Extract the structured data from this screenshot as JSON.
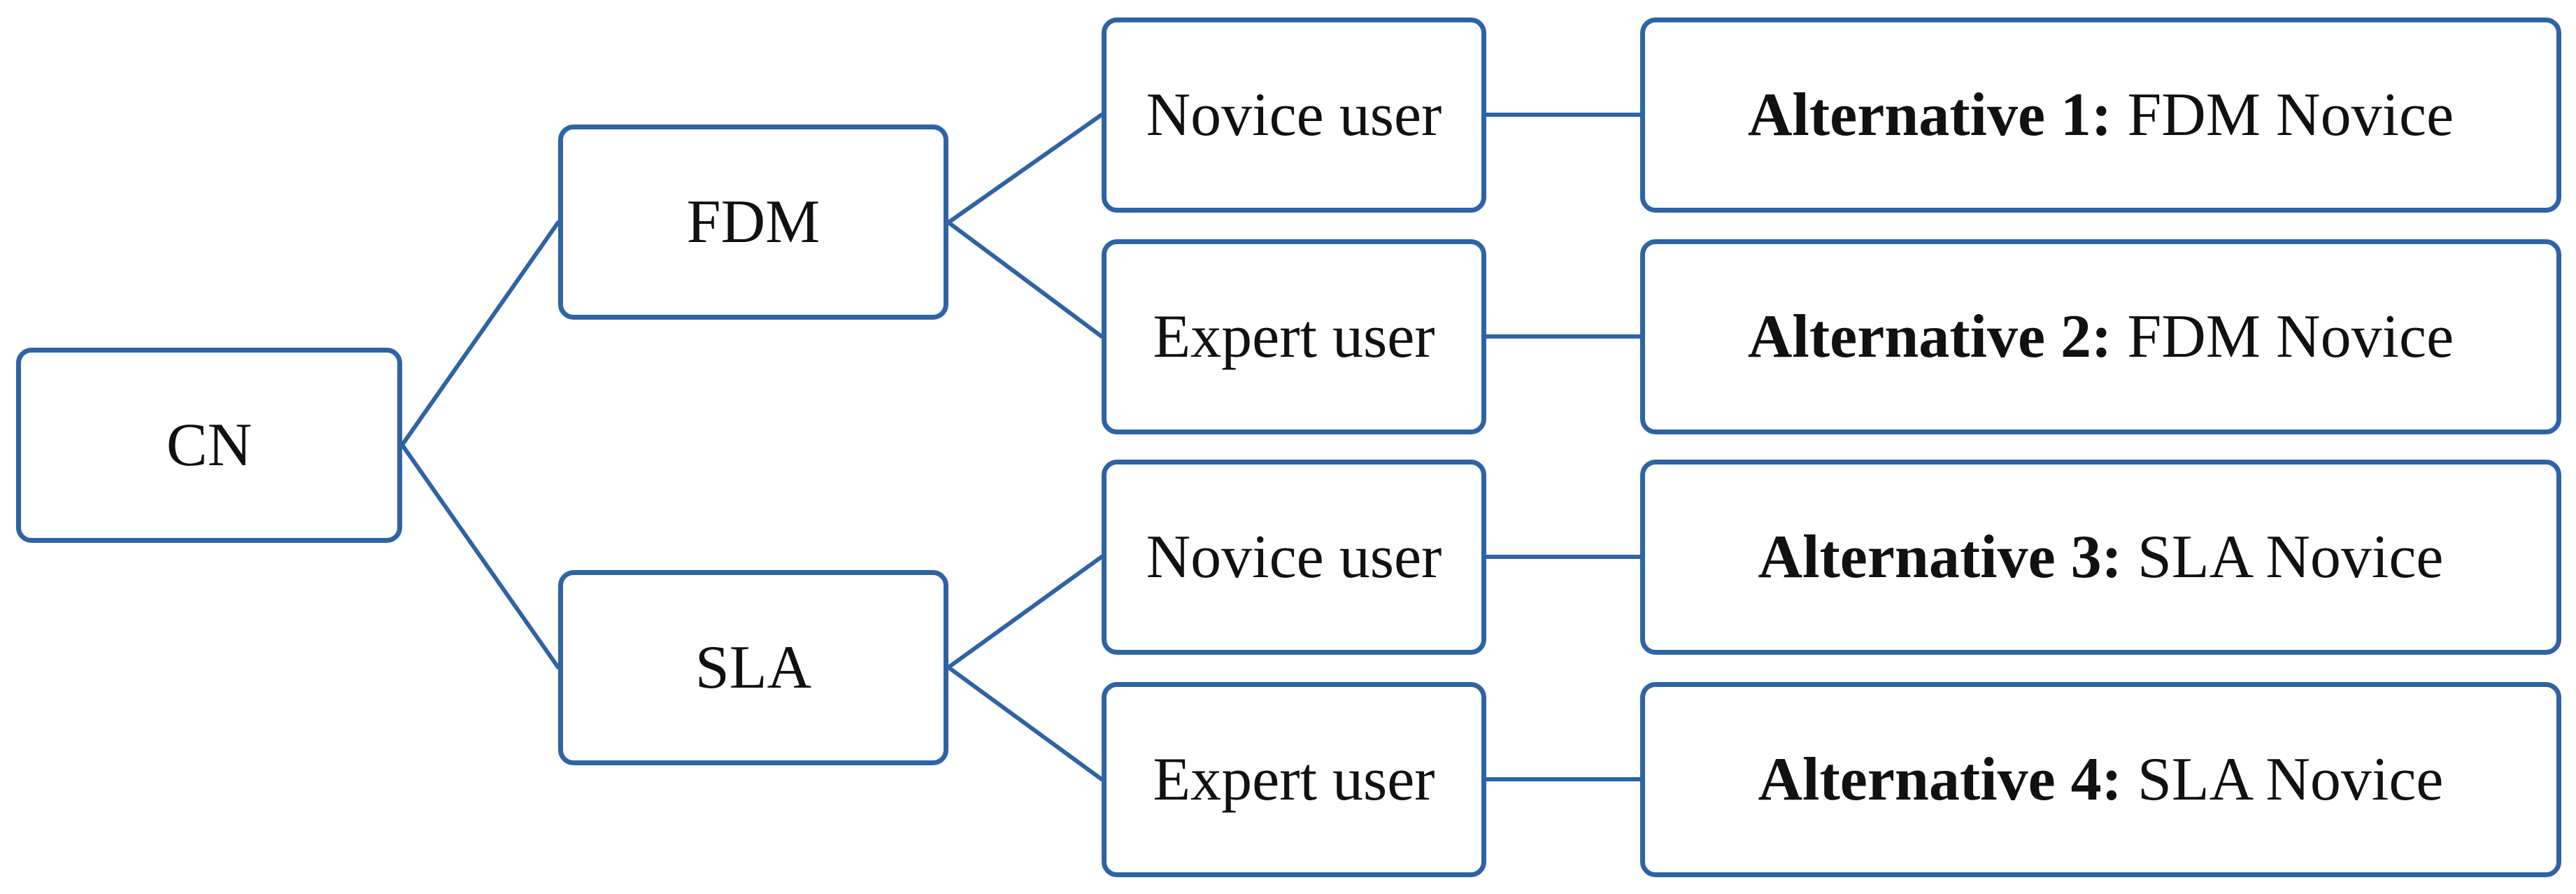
{
  "colors": {
    "border": "#2e63a6",
    "text": "#111111",
    "background": "#ffffff"
  },
  "root": {
    "label": "CN"
  },
  "methods": [
    {
      "label": "FDM",
      "users": [
        {
          "label": "Novice user",
          "alt_bold": "Alternative 1:",
          "alt_text": " FDM Novice"
        },
        {
          "label": "Expert user",
          "alt_bold": "Alternative 2:",
          "alt_text": " FDM Novice"
        }
      ]
    },
    {
      "label": "SLA",
      "users": [
        {
          "label": "Novice user",
          "alt_bold": "Alternative 3:",
          "alt_text": " SLA Novice"
        },
        {
          "label": "Expert user",
          "alt_bold": "Alternative 4:",
          "alt_text": " SLA Novice"
        }
      ]
    }
  ]
}
